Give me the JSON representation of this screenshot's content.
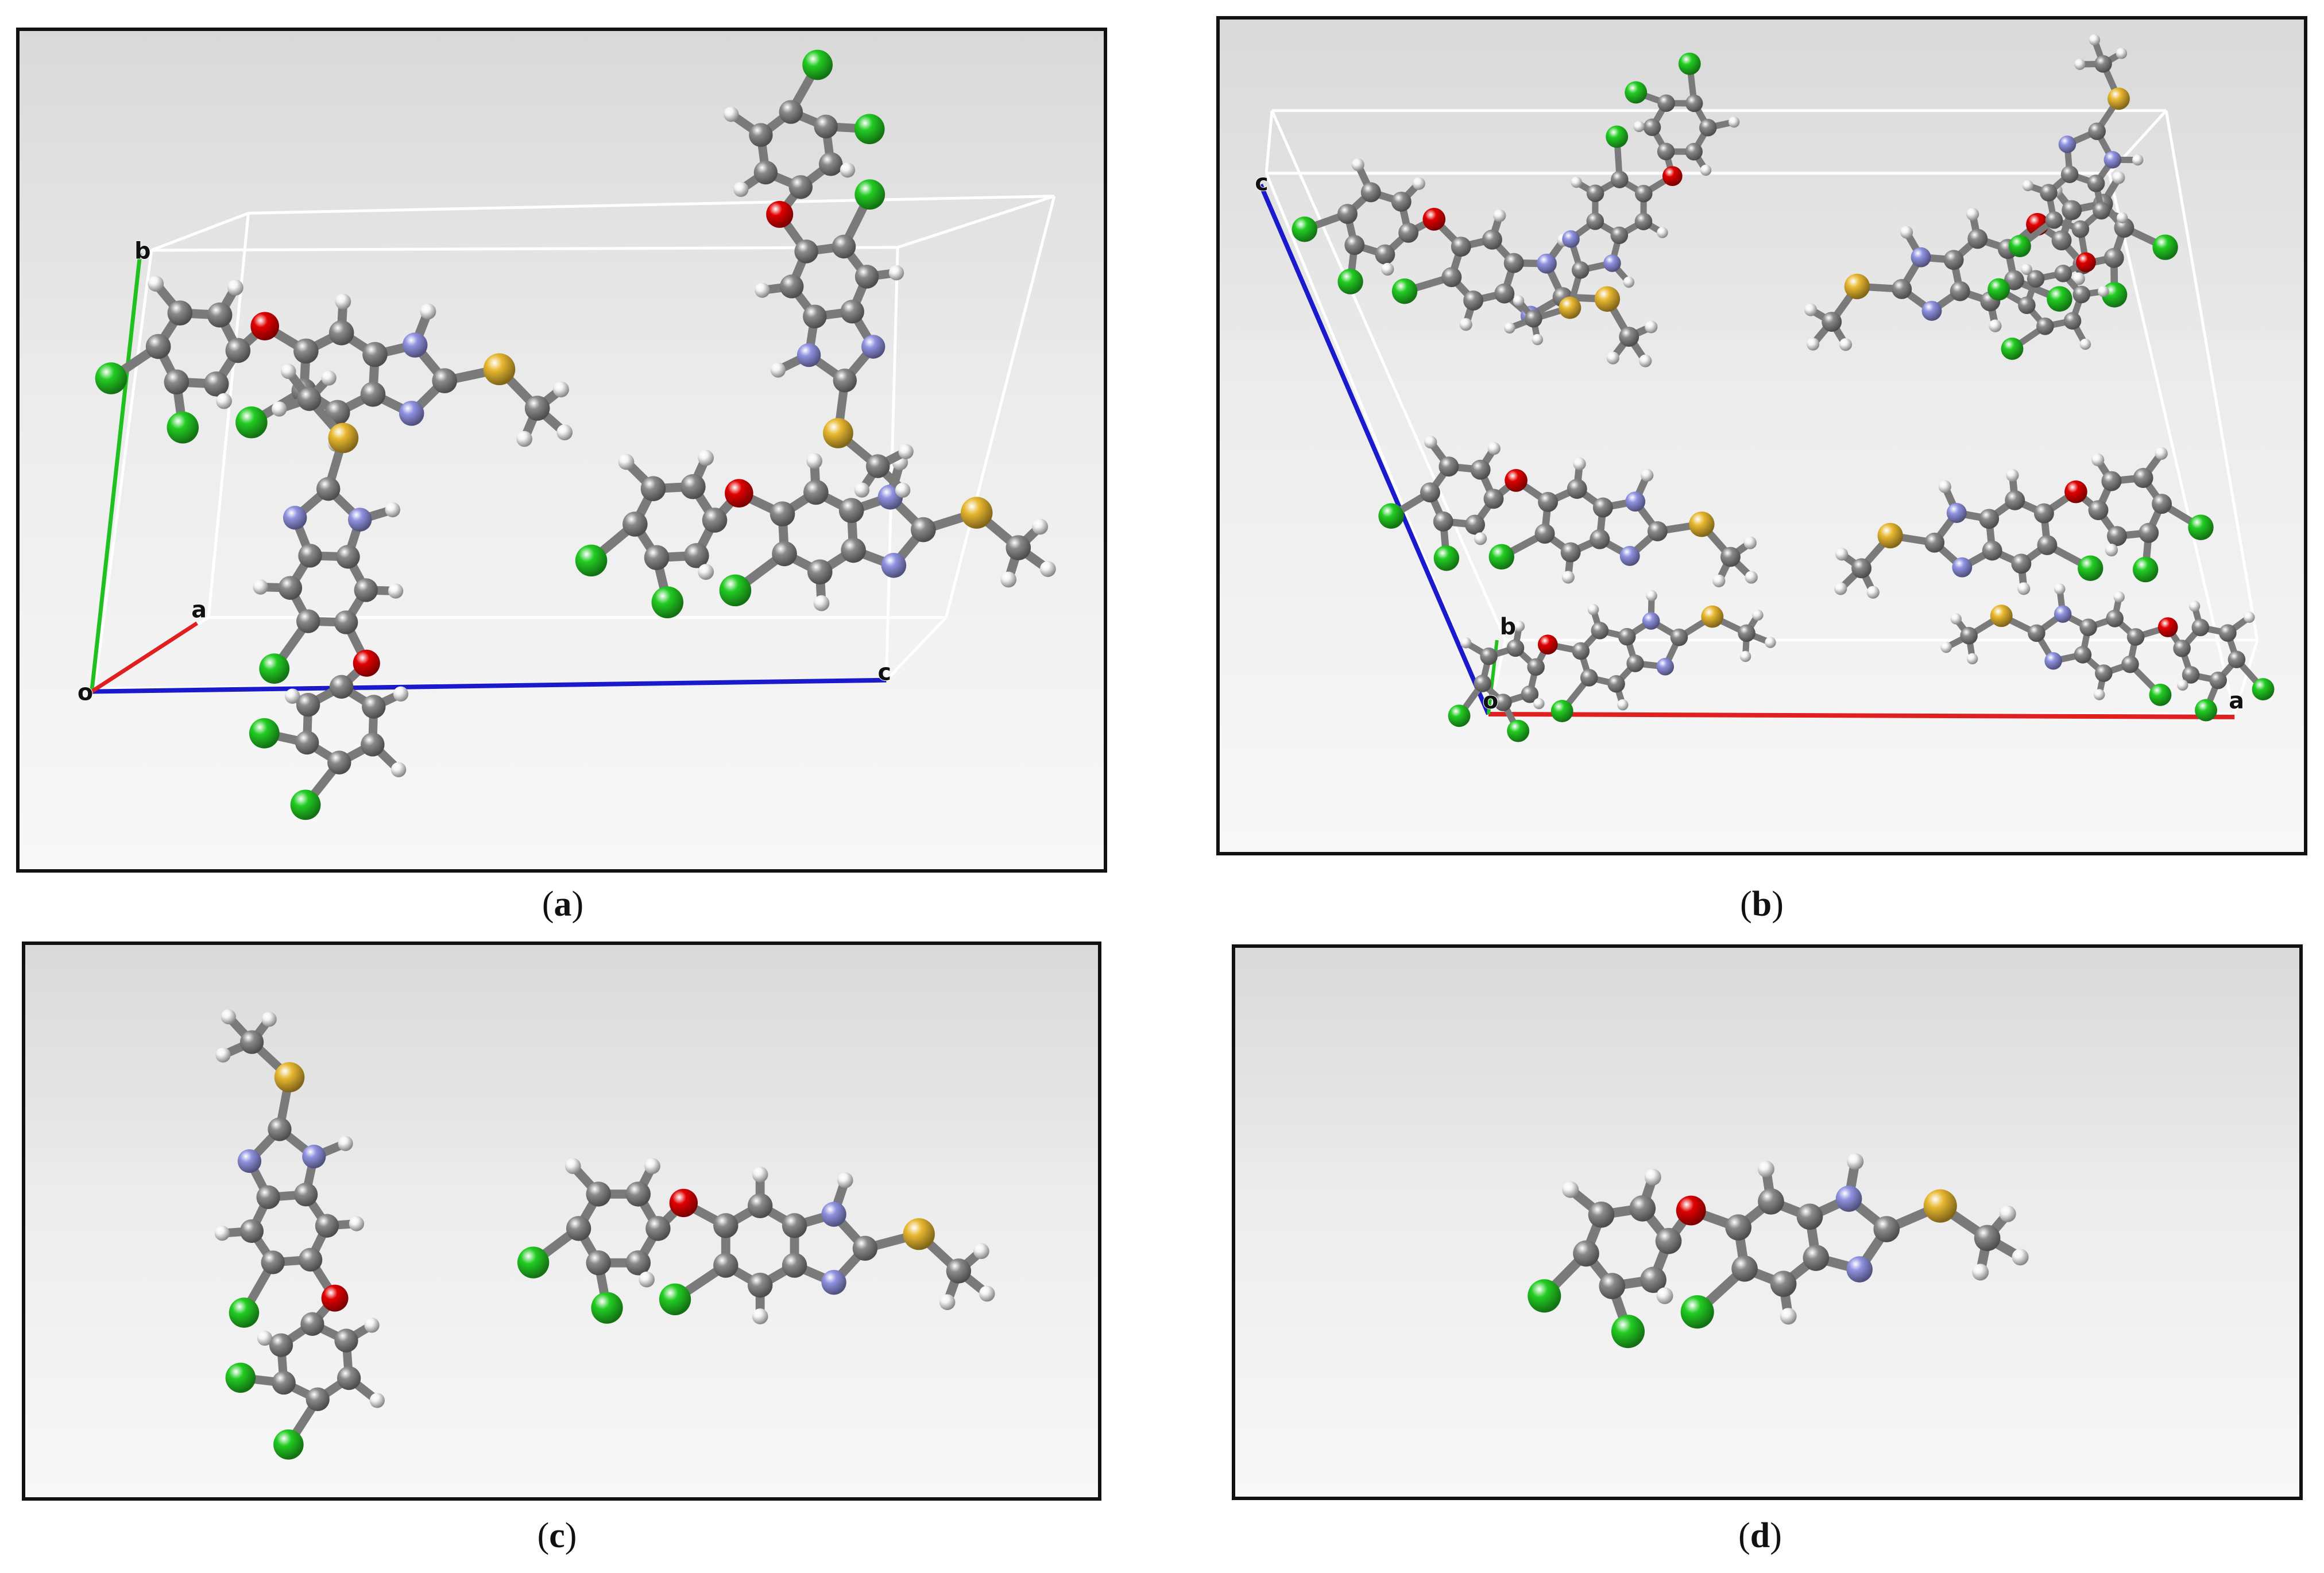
{
  "figure": {
    "panels": [
      {
        "id": "a",
        "caption_open": "(",
        "caption_letter": "a",
        "caption_close": ")",
        "axis_labels": [
          "b",
          "a",
          "o",
          "c"
        ]
      },
      {
        "id": "b",
        "caption_open": "(",
        "caption_letter": "b",
        "caption_close": ")",
        "axis_labels": [
          "c",
          "b",
          "o",
          "a"
        ]
      },
      {
        "id": "c",
        "caption_open": "(",
        "caption_letter": "c",
        "caption_close": ")"
      },
      {
        "id": "d",
        "caption_open": "(",
        "caption_letter": "d",
        "caption_close": ")"
      }
    ]
  },
  "colors": {
    "carbon": "#8a8a8a",
    "hydrogen": "#f4f4f4",
    "nitrogen": "#8f92e0",
    "oxygen": "#e00000",
    "chlorine": "#22cc22",
    "sulfur": "#e8b830",
    "axis_a": "#e02020",
    "axis_b": "#20c020",
    "axis_c": "#1a1acc",
    "cell_edge": "#ffffff",
    "panel_border": "#111111"
  }
}
